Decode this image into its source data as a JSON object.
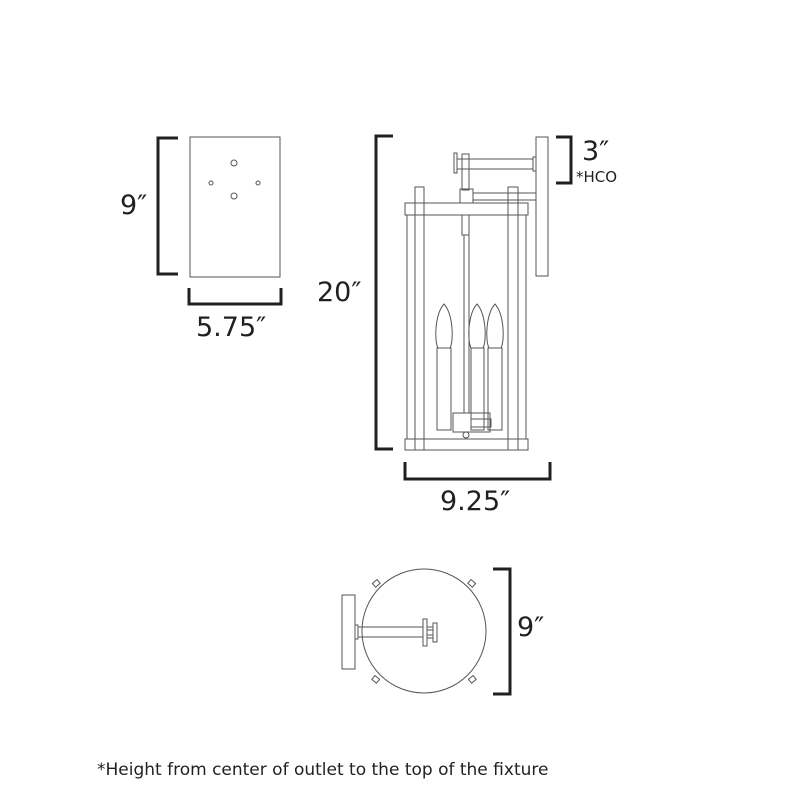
{
  "dimensions": {
    "backplate_height": "9″",
    "backplate_width": "5.75″",
    "fixture_height": "20″",
    "hco_value": "3″",
    "hco_label": "*HCO",
    "fixture_width": "9.25″",
    "fixture_depth": "9″"
  },
  "footnote": "*Height from center of outlet to the top of the fixture"
}
